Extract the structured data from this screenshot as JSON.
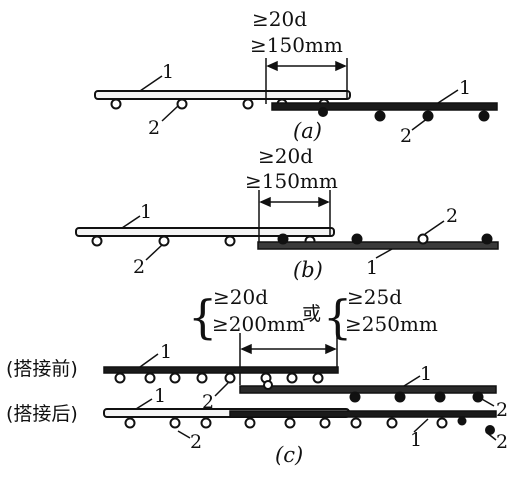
{
  "panel_a": {
    "dim_line1": "≥20d",
    "dim_line2": "≥150mm",
    "label_1_left": "1",
    "label_2_left": "2",
    "label_1_right": "1",
    "label_2_right": "2",
    "caption": "(a)"
  },
  "panel_b": {
    "dim_line1": "≥20d",
    "dim_line2": "≥150mm",
    "label_1_left": "1",
    "label_2_left": "2",
    "label_2_right": "2",
    "label_1_right": "1",
    "caption": "(b)"
  },
  "panel_c": {
    "dim_left_line1": "≥20d",
    "dim_left_line2": "≥200mm",
    "or_text": "或",
    "dim_right_line1": "≥25d",
    "dim_right_line2": "≥250mm",
    "row_before_label": "(搭接前)",
    "row_after_label": "(搭接后)",
    "label_1_before": "1",
    "label_2_before": "2",
    "label_1_before_right": "1",
    "label_2_before_right": "2",
    "label_1_after": "1",
    "label_2_after": "2",
    "label_1_after_right": "1",
    "label_2_after_right": "2",
    "caption": "(c)"
  },
  "colors": {
    "ink": "#111111",
    "light_bar_fill": "#f4f4f4",
    "dark_bar_fill": "#1a1a1a"
  }
}
